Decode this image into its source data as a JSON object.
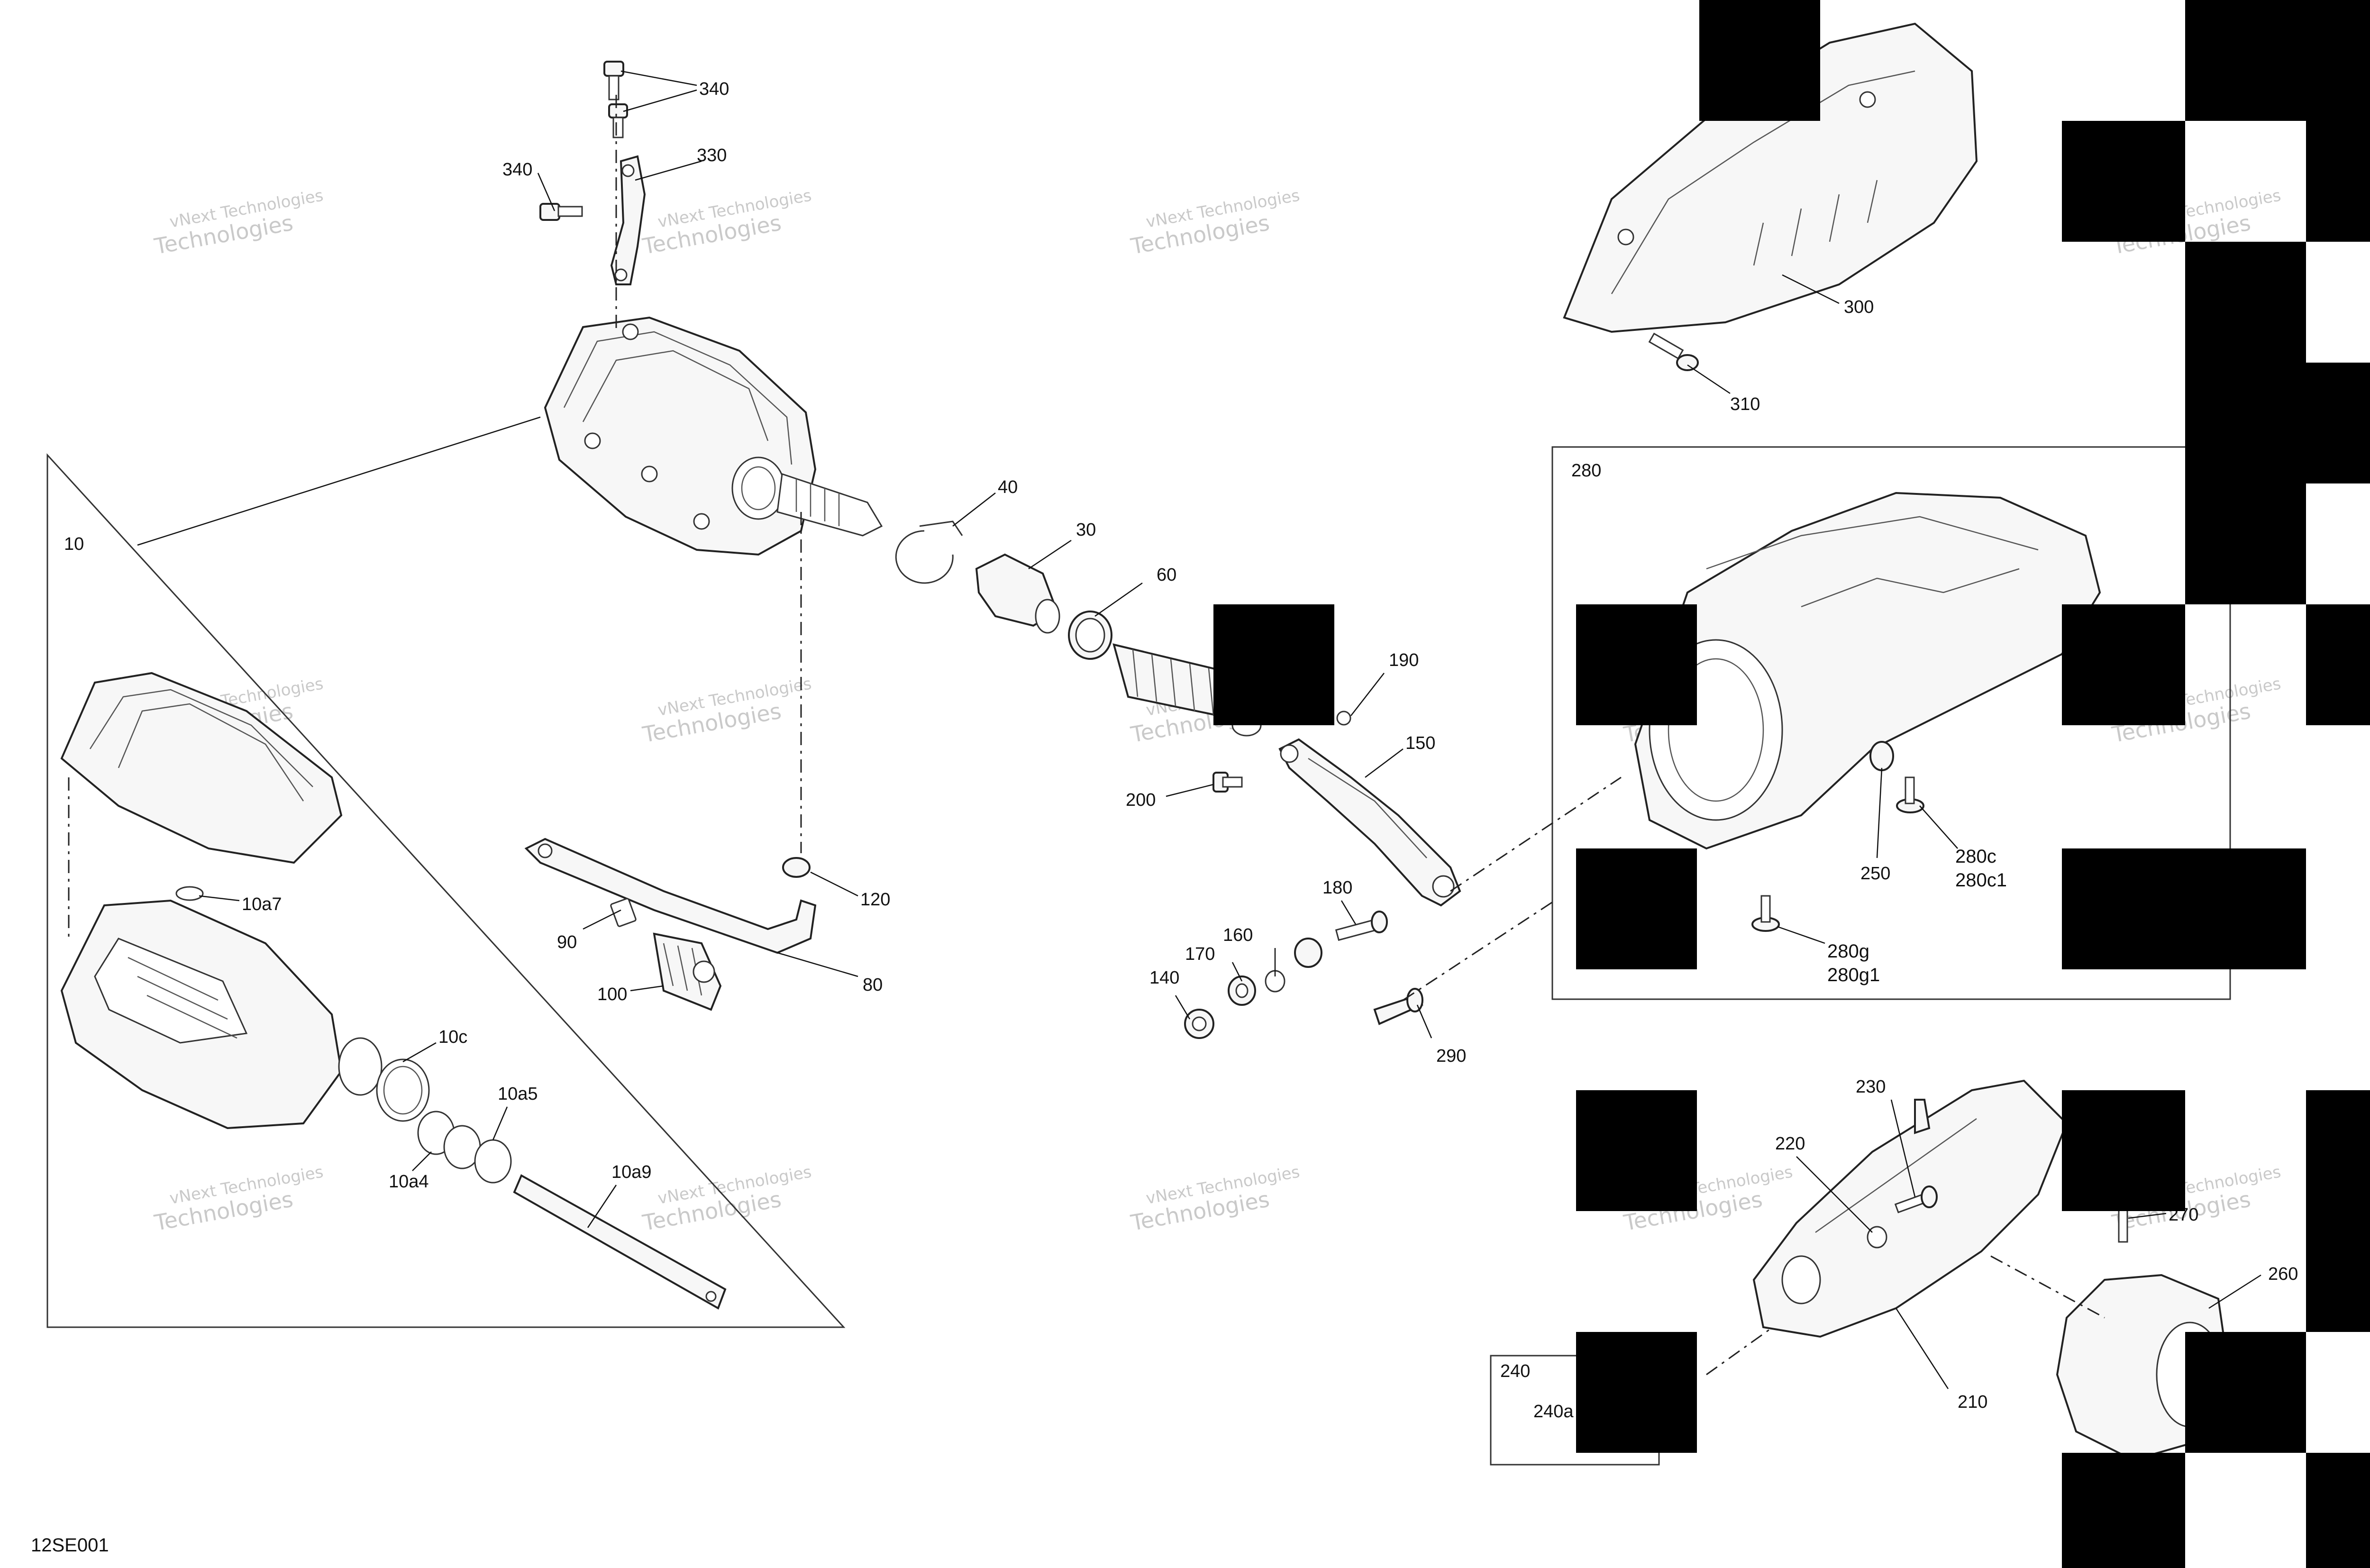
{
  "diagram": {
    "id_label": "12SE001",
    "watermark": {
      "line1": "vNext Technologies",
      "line2": "Technologies"
    },
    "callouts": [
      {
        "key": "340a",
        "text": "340"
      },
      {
        "key": "340b",
        "text": "340"
      },
      {
        "key": "330",
        "text": "330"
      },
      {
        "key": "10",
        "text": "10"
      },
      {
        "key": "40",
        "text": "40"
      },
      {
        "key": "30",
        "text": "30"
      },
      {
        "key": "60",
        "text": "60"
      },
      {
        "key": "190",
        "text": "190"
      },
      {
        "key": "150",
        "text": "150"
      },
      {
        "key": "200",
        "text": "200"
      },
      {
        "key": "120",
        "text": "120"
      },
      {
        "key": "90",
        "text": "90"
      },
      {
        "key": "100",
        "text": "100"
      },
      {
        "key": "80",
        "text": "80"
      },
      {
        "key": "180",
        "text": "180"
      },
      {
        "key": "170",
        "text": "170"
      },
      {
        "key": "160",
        "text": "160"
      },
      {
        "key": "140",
        "text": "140"
      },
      {
        "key": "290",
        "text": "290"
      },
      {
        "key": "10a7",
        "text": "10a7"
      },
      {
        "key": "10c",
        "text": "10c"
      },
      {
        "key": "10a5",
        "text": "10a5"
      },
      {
        "key": "10a4",
        "text": "10a4"
      },
      {
        "key": "10a9",
        "text": "10a9"
      },
      {
        "key": "300",
        "text": "300"
      },
      {
        "key": "310",
        "text": "310"
      },
      {
        "key": "280",
        "text": "280"
      },
      {
        "key": "250",
        "text": "250"
      },
      {
        "key": "280c",
        "text": "280c"
      },
      {
        "key": "280c1",
        "text": "280c1"
      },
      {
        "key": "280g",
        "text": "280g"
      },
      {
        "key": "280g1",
        "text": "280g1"
      },
      {
        "key": "230",
        "text": "230"
      },
      {
        "key": "220",
        "text": "220"
      },
      {
        "key": "270",
        "text": "270"
      },
      {
        "key": "260",
        "text": "260"
      },
      {
        "key": "210",
        "text": "210"
      },
      {
        "key": "240",
        "text": "240"
      },
      {
        "key": "240a",
        "text": "240a"
      }
    ]
  }
}
